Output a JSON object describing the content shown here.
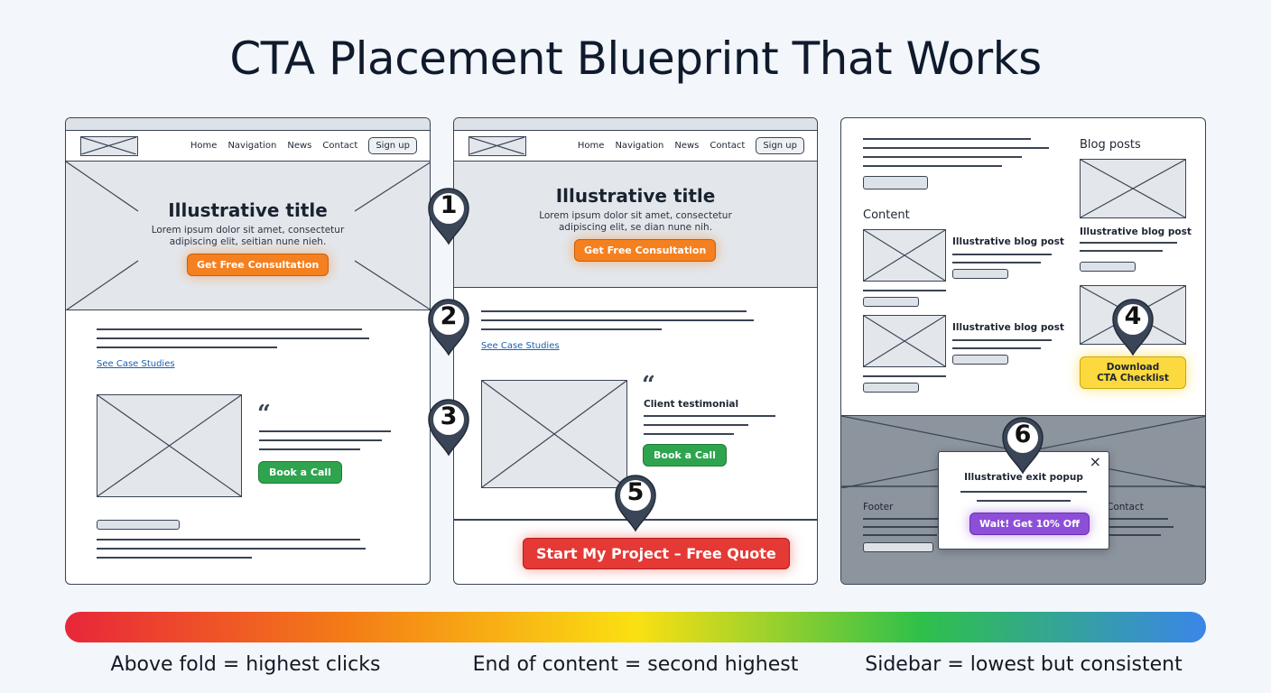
{
  "title": "CTA Placement Blueprint That Works",
  "nav": {
    "home": "Home",
    "navigation": "Navigation",
    "news": "News",
    "contact": "Contact",
    "signup": "Sign up"
  },
  "panel1": {
    "hero_title": "Illustrative title",
    "hero_line1": "Lorem ipsum dolor sit amet, consectetur",
    "hero_line2": "adipiscing elit, seitian nune nieh.",
    "cta": "Get Free Consultation",
    "case_link": "See Case Studies",
    "quote_mark": "“",
    "book": "Book a Call"
  },
  "panel2": {
    "hero_title": "Illustrative title",
    "hero_line1": "Lorem ipsum dolor sit amet, consectetur",
    "hero_line2": "adipiscing elit, se dian nune nih.",
    "cta": "Get Free Consultation",
    "case_link": "See Case Studies",
    "quote_mark": "“",
    "testimonial": "Client testimonial",
    "book": "Book a Call",
    "bottom_cta": "Start My Project – Free Quote"
  },
  "panel3": {
    "content": "Content",
    "blog_heading": "Blog posts",
    "blog_post_1": "Illustrative blog post",
    "blog_post_2": "Illustrative blog post",
    "sidebar_post": "Illustrative blog post",
    "download_cta": "Download CTA Checklist",
    "footer": "Footer",
    "contact": "Contact",
    "popup_title": "Illustrative exit popup",
    "popup_close": "×",
    "popup_cta": "Wait! Get 10% Off"
  },
  "pins": [
    "1",
    "2",
    "3",
    "4",
    "5",
    "6"
  ],
  "colors": {
    "orange_cta": "#f5801f",
    "green_cta": "#2ea44f",
    "red_cta": "#e53935",
    "yellow_cta": "#fcd93e",
    "purple_cta": "#8e4fd8"
  },
  "gradient": [
    "#e8263a",
    "#f47d16",
    "#fbe012",
    "#2fc04a",
    "#3a86e8"
  ],
  "captions": {
    "left": "Above fold = highest clicks",
    "middle": "End of content = second highest",
    "right": "Sidebar = lowest but consistent"
  }
}
